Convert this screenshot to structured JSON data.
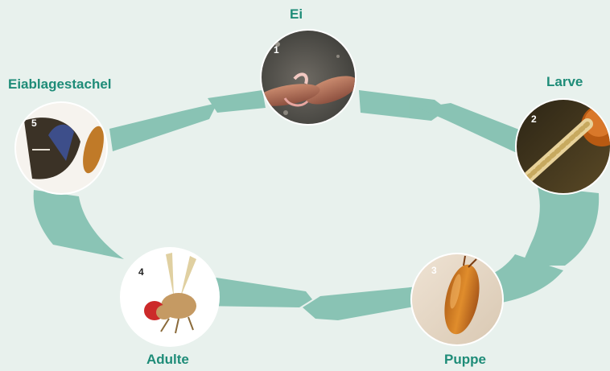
{
  "title": "",
  "colors": {
    "background": "#e8f1ed",
    "arrow": "#7fbfae",
    "label": "#1e8c78",
    "circle_border": "#ffffff"
  },
  "stages": [
    {
      "number": "1",
      "label": "Ei",
      "image": "fruit-fly-egg-photo"
    },
    {
      "number": "2",
      "label": "Larve",
      "image": "fruit-fly-larva-photo"
    },
    {
      "number": "3",
      "label": "Puppe",
      "image": "fruit-fly-pupa-photo"
    },
    {
      "number": "4",
      "label": "Adulte",
      "image": "adult-fruit-fly-photo"
    },
    {
      "number": "5",
      "label": "Eiablagestachel",
      "image": "ovipositor-photo"
    }
  ]
}
